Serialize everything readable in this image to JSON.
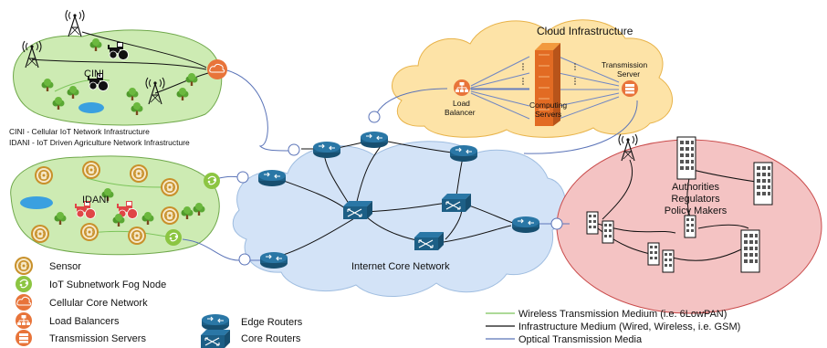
{
  "cini": {
    "label": "CINI",
    "definition": "CINI - Cellular IoT Network Infrastructure"
  },
  "idani": {
    "label": "IDANI",
    "definition": "IDANI - IoT Driven Agriculture Network Infrastructure"
  },
  "cloud": {
    "title": "Cloud Infrastructure",
    "load_balancer": [
      "Load",
      "Balancer"
    ],
    "computing_servers": [
      "Computing",
      "Servers"
    ],
    "transmission_server": [
      "Transmission",
      "Server"
    ]
  },
  "core_network": {
    "label": "Internet Core Network"
  },
  "authorities": {
    "lines": [
      "Authorities",
      "Regulators",
      "Policy Makers"
    ]
  },
  "legend_left": {
    "sensor": "Sensor",
    "fog_node": "IoT Subnetwork Fog Node",
    "cellular_core": "Cellular Core Network",
    "load_balancers": "Load Balancers",
    "transmission_servers": "Transmission Servers"
  },
  "legend_mid": {
    "edge_routers": "Edge Routers",
    "core_routers": "Core Routers"
  },
  "legend_media": {
    "wireless": "Wireless Transmission Medium (i.e. 6LowPAN)",
    "infrastructure": "Infrastructure Medium (Wired, Wireless, i.e. GSM)",
    "optical": "Optical Transmission Media"
  },
  "colors": {
    "wireless": "#7cc45a",
    "infrastructure": "#111111",
    "optical": "#5b74b8",
    "cini_fill": "#cdebb3",
    "cloud_fill": "#fde3a7",
    "core_fill": "#d3e3f7",
    "auth_fill": "#f4c3c3",
    "router": "#1d5f86",
    "sensor": "#c8902a",
    "fog": "#8cc542",
    "cell": "#e8743a"
  },
  "icons": [
    "antenna-icon",
    "tractor-icon",
    "tree-icon",
    "pond-icon",
    "cloud-icon",
    "sensor-icon",
    "fog-node-icon",
    "edge-router-icon",
    "core-router-icon",
    "load-balancer-icon",
    "server-icon",
    "building-icon"
  ]
}
